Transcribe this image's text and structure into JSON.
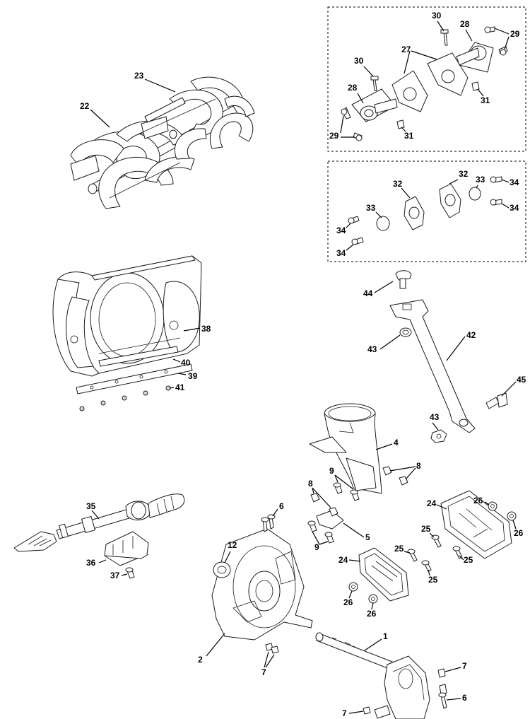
{
  "callouts": {
    "c1": "1",
    "c2": "2",
    "c4": "4",
    "c5": "5",
    "c6a": "6",
    "c6b": "6",
    "c7a": "7",
    "c7b": "7",
    "c7c": "7",
    "c8a": "8",
    "c8b": "8",
    "c9a": "9",
    "c9b": "9",
    "c12": "12",
    "c22": "22",
    "c23": "23",
    "c24a": "24",
    "c24b": "24",
    "c25a": "25",
    "c25b": "25",
    "c25c": "25",
    "c25d": "25",
    "c26a": "26",
    "c26b": "26",
    "c26c": "26",
    "c26d": "26",
    "c27": "27",
    "c28a": "28",
    "c28b": "28",
    "c29a": "29",
    "c29b": "29",
    "c30a": "30",
    "c30b": "30",
    "c31a": "31",
    "c31b": "31",
    "c32a": "32",
    "c32b": "32",
    "c33a": "33",
    "c33b": "33",
    "c34a": "34",
    "c34b": "34",
    "c34c": "34",
    "c34d": "34",
    "c35": "35",
    "c36": "36",
    "c37": "37",
    "c38": "38",
    "c39": "39",
    "c40": "40",
    "c41": "41",
    "c42": "42",
    "c43a": "43",
    "c43b": "43",
    "c44": "44",
    "c45": "45"
  }
}
